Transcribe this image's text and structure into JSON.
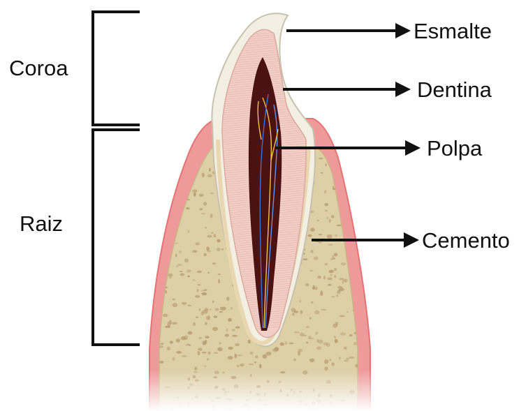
{
  "diagram": {
    "labels": {
      "crown": "Coroa",
      "root": "Raiz",
      "enamel": "Esmalte",
      "dentin": "Dentina",
      "pulp": "Polpa",
      "cementum": "Cemento"
    },
    "colors": {
      "gum": "#ef9a9a",
      "gum_edge": "#e57373",
      "bone": "#ddcfa6",
      "bone_pore": "#b99c70",
      "enamel": "#f3efe3",
      "enamel_edge": "#c8c1ae",
      "dentin": "#f2cfc6",
      "dentin_line": "#dca99e",
      "pulp": "#4a1212",
      "nerve": "#f2c14e",
      "vessel": "#3f6fd1",
      "line": "#111111"
    }
  }
}
